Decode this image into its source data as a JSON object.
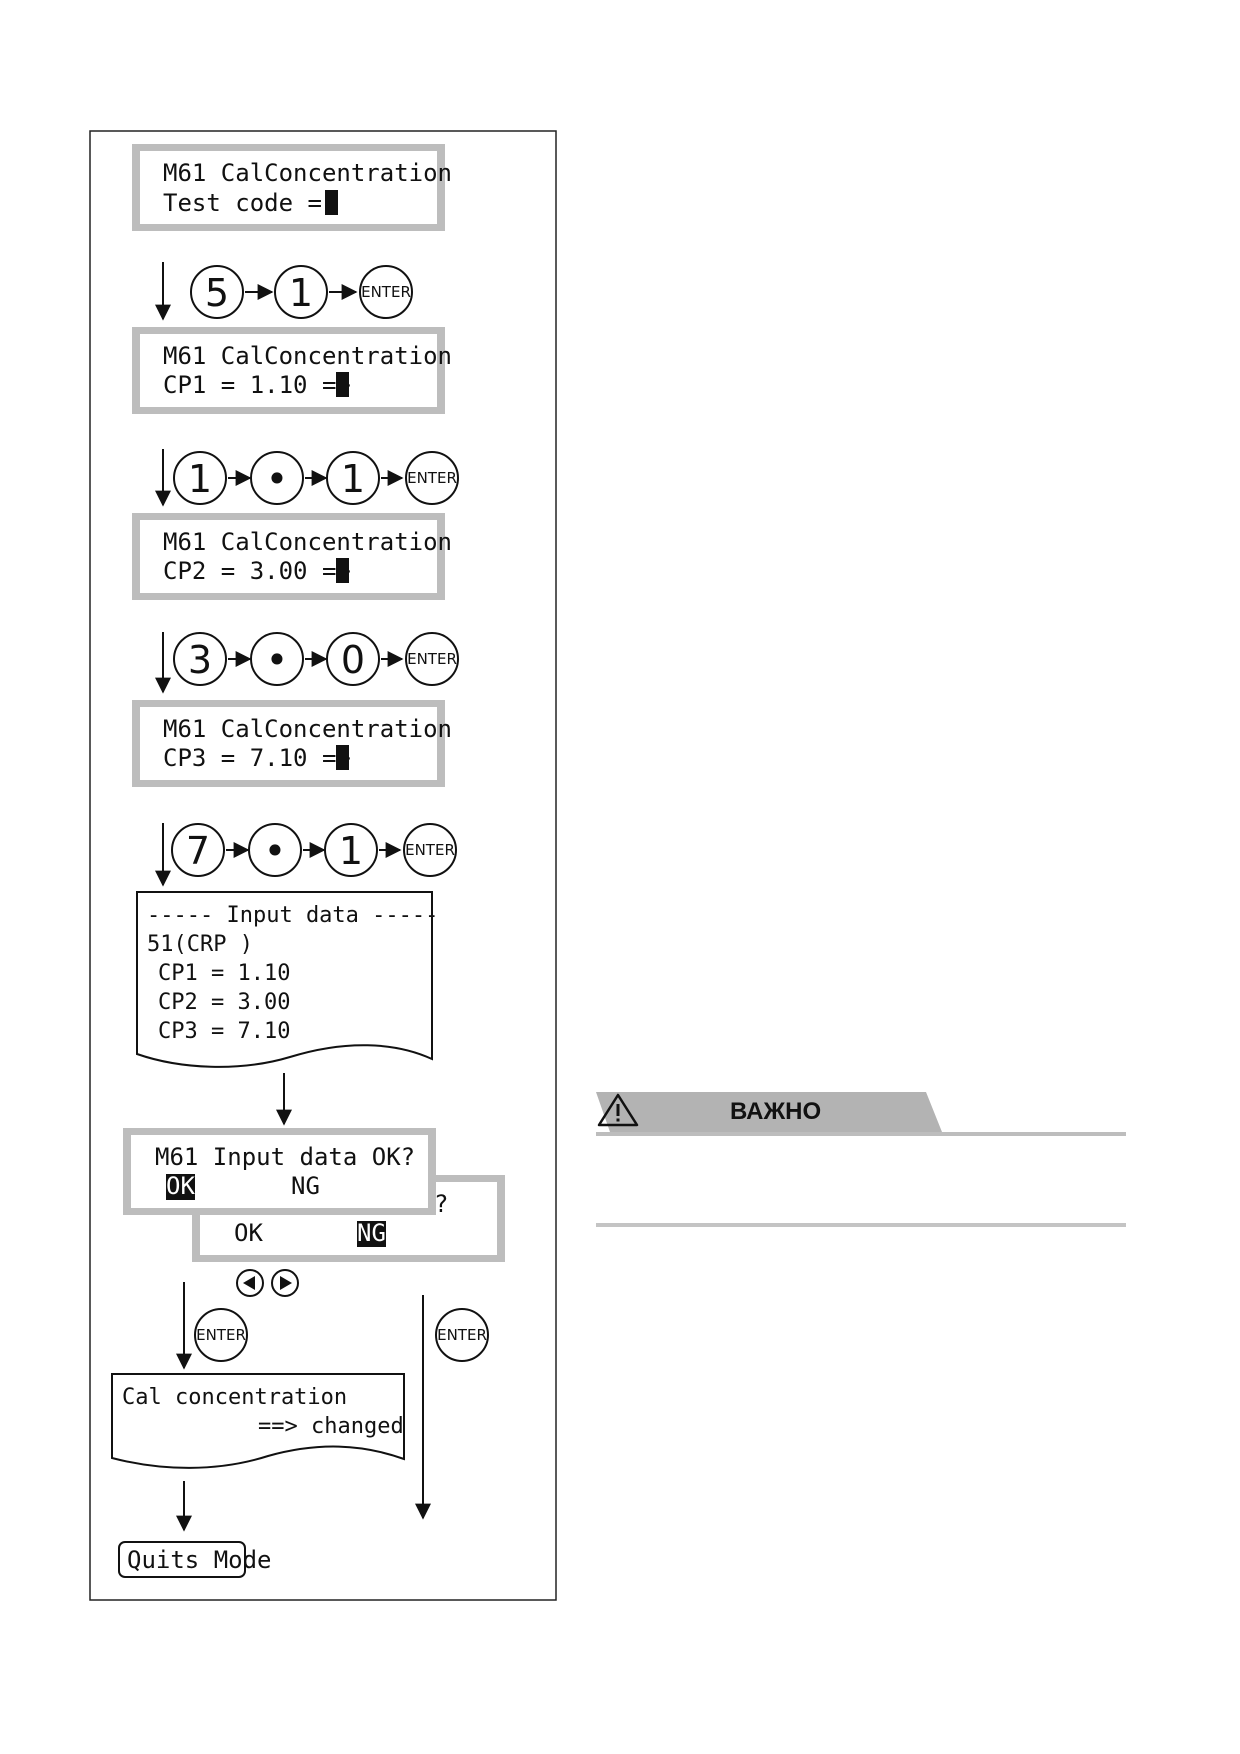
{
  "flow": {
    "screen_test_code": {
      "line1": "M61 CalConcentration",
      "line2": "Test code  = "
    },
    "keys_test_code": [
      "5",
      "1"
    ],
    "screen_cp1": {
      "line1": "M61 CalConcentration",
      "line2": "CP1 = 1.10  =>"
    },
    "keys_cp1": [
      "1",
      "•",
      "1"
    ],
    "screen_cp2": {
      "line1": "M61 CalConcentration",
      "line2": "CP2 = 3.00  =>"
    },
    "keys_cp2": [
      "3",
      "•",
      "0"
    ],
    "screen_cp3": {
      "line1": "M61 CalConcentration",
      "line2": "CP3 = 7.10  =>"
    },
    "keys_cp3": [
      "7",
      "•",
      "1"
    ],
    "enter_label": "ENTER",
    "printout_input": {
      "header": "-----  Input data  -----",
      "code": "51(CRP )",
      "rows": [
        "CP1 =  1.10",
        "CP2 =  3.00",
        "CP3 =  7.10"
      ]
    },
    "confirm_screen": {
      "line1": "M61 Input data OK?",
      "ok_label": "OK",
      "ng_label": "NG",
      "back_partial": "?"
    },
    "printout_changed": {
      "line1": "Cal concentration",
      "line2": "==> changed"
    },
    "quit_label": "Quits Mode"
  },
  "notice": {
    "title": "ВАЖНО"
  }
}
